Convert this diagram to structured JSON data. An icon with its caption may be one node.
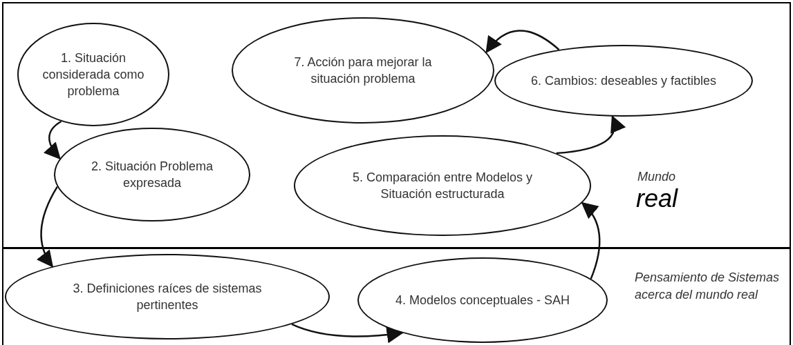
{
  "diagram": {
    "nodes": [
      {
        "text": [
          "1. Situación considerada como problema"
        ]
      },
      {
        "text": [
          "2. Situación Problema expresada"
        ]
      },
      {
        "text": [
          "3. Definiciones raíces de sistemas pertinentes"
        ]
      },
      {
        "text": [
          "4. Modelos conceptuales - SAH"
        ]
      },
      {
        "text": [
          "5. Comparación entre Modelos y Situación estructurada"
        ]
      },
      {
        "text": [
          "6. Cambios: deseables y factibles"
        ]
      },
      {
        "text": [
          "7. Acción para mejorar la situación problema"
        ]
      }
    ],
    "edges": [
      {
        "from": 0,
        "to": 1,
        "arrow": "to"
      },
      {
        "from": 1,
        "to": 2,
        "arrow": "to"
      },
      {
        "from": 2,
        "to": 3,
        "arrow": "to"
      },
      {
        "from": 3,
        "to": 4,
        "arrow": "to"
      },
      {
        "from": 4,
        "to": 5,
        "arrow": "to"
      },
      {
        "from": 5,
        "to": 6,
        "arrow": "to"
      }
    ],
    "labels": [
      "Mundo",
      "real",
      "Pensamiento de Sistemas acerca del mundo real"
    ]
  }
}
